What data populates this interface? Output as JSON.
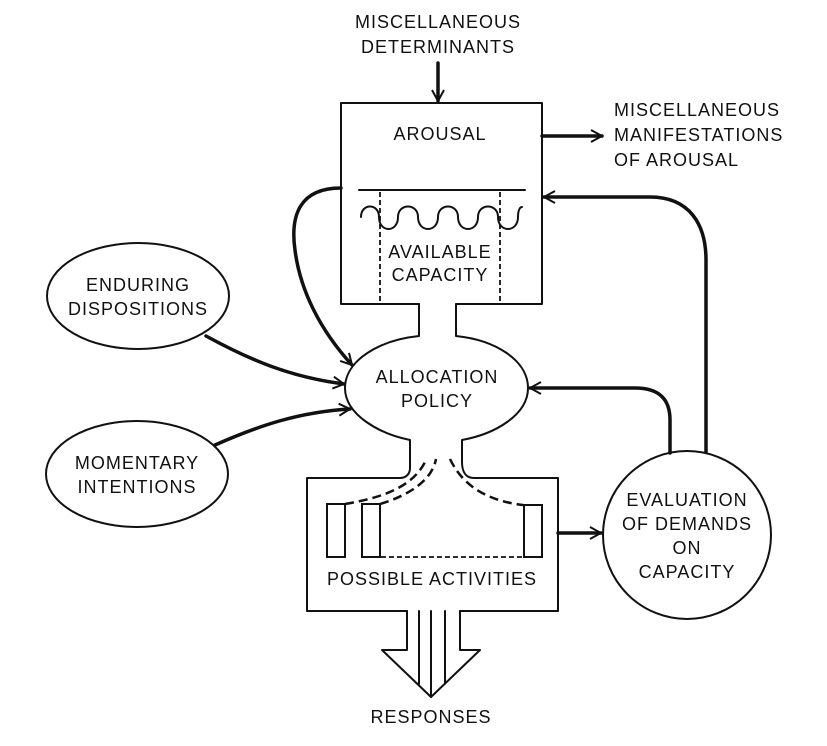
{
  "diagram": {
    "title": "Capacity model of attention",
    "nodes": {
      "misc_determinants": {
        "lines": [
          "MISCELLANEOUS",
          "DETERMINANTS"
        ]
      },
      "arousal": {
        "label": "AROUSAL"
      },
      "available_capacity": {
        "lines": [
          "AVAILABLE",
          "CAPACITY"
        ]
      },
      "misc_manifestations": {
        "lines": [
          "MISCELLANEOUS",
          "MANIFESTATIONS",
          "OF  AROUSAL"
        ]
      },
      "enduring_dispositions": {
        "lines": [
          "ENDURING",
          "DISPOSITIONS"
        ]
      },
      "momentary_intentions": {
        "lines": [
          "MOMENTARY",
          "INTENTIONS"
        ]
      },
      "allocation_policy": {
        "lines": [
          "ALLOCATION",
          "POLICY"
        ]
      },
      "possible_activities": {
        "label": "POSSIBLE ACTIVITIES"
      },
      "evaluation": {
        "lines": [
          "EVALUATION",
          "OF DEMANDS",
          "ON",
          "CAPACITY"
        ]
      },
      "responses": {
        "label": "RESPONSES"
      }
    },
    "edges": [
      {
        "from": "misc_determinants",
        "to": "arousal"
      },
      {
        "from": "arousal",
        "to": "misc_manifestations"
      },
      {
        "from": "arousal",
        "to": "allocation_policy"
      },
      {
        "from": "enduring_dispositions",
        "to": "allocation_policy"
      },
      {
        "from": "momentary_intentions",
        "to": "allocation_policy"
      },
      {
        "from": "possible_activities",
        "to": "evaluation"
      },
      {
        "from": "evaluation",
        "to": "allocation_policy"
      },
      {
        "from": "evaluation",
        "to": "arousal"
      },
      {
        "from": "possible_activities",
        "to": "responses"
      }
    ]
  }
}
